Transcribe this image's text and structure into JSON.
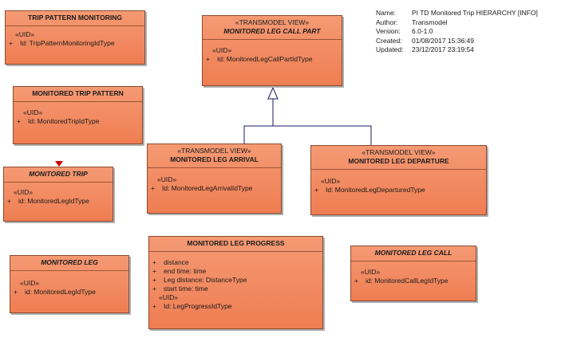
{
  "info": {
    "rows": [
      {
        "key": "Name:",
        "value": "PI TD Monitored Trip HIERARCHY [INFO]"
      },
      {
        "key": "Author:",
        "value": "Transmodel"
      },
      {
        "key": "Version:",
        "value": "6.0-1.0"
      },
      {
        "key": "Created:",
        "value": "01/08/2017 15:36:49"
      },
      {
        "key": "Updated:",
        "value": "23/12/2017 23:19:54"
      }
    ]
  },
  "classes": {
    "trip_pattern_monitoring": {
      "name": "TRIP PATTERN MONITORING",
      "section": "«UID»",
      "attrs": [
        {
          "vis": "+",
          "text": "Id: TripPatternMonitoringIdType"
        }
      ]
    },
    "monitored_trip_pattern": {
      "name": "MONITORED TRIP PATTERN",
      "section": "«UID»",
      "attrs": [
        {
          "vis": "+",
          "text": "Id: MonitoredTripIdType"
        }
      ]
    },
    "monitored_trip": {
      "name": "MONITORED TRIP",
      "section": "«UID»",
      "attrs": [
        {
          "vis": "+",
          "text": "id: MonitoredLegIdType"
        }
      ]
    },
    "monitored_leg": {
      "name": "MONITORED LEG",
      "section": "«UID»",
      "attrs": [
        {
          "vis": "+",
          "text": "id: MonitoredLegIdType"
        }
      ]
    },
    "monitored_leg_call_part": {
      "stereotype": "«TRANSMODEL VIEW»",
      "name": "MONITORED LEG CALL PART",
      "section": "«UID»",
      "attrs": [
        {
          "vis": "+",
          "text": "Id: MonitoredLegCallPartIdType"
        }
      ]
    },
    "monitored_leg_arrival": {
      "stereotype": "«TRANSMODEL VIEW»",
      "name": "MONITORED LEG ARRIVAL",
      "section": "«UID»",
      "attrs": [
        {
          "vis": "+",
          "text": "Id: MonitoredLegArrivalIdType"
        }
      ]
    },
    "monitored_leg_departure": {
      "stereotype": "«TRANSMODEL VIEW»",
      "name": "MONITORED LEG DEPARTURE",
      "section": "«UID»",
      "attrs": [
        {
          "vis": "+",
          "text": "Id: MonitoredLegDeparturedType"
        }
      ]
    },
    "monitored_leg_progress": {
      "name": "MONITORED LEG PROGRESS",
      "attrs": [
        {
          "vis": "+",
          "text": "distance"
        },
        {
          "vis": "+",
          "text": "end time: time"
        },
        {
          "vis": "+",
          "text": "Leg distance: DistanceType"
        },
        {
          "vis": "+",
          "text": "start time: time"
        }
      ],
      "section": "«UID»",
      "uid_attrs": [
        {
          "vis": "+",
          "text": "Id: LegProgressIdType"
        }
      ]
    },
    "monitored_leg_call": {
      "name": "MONITORED LEG CALL",
      "section": "«UID»",
      "attrs": [
        {
          "vis": "+",
          "text": "id: MonitoredCallLegIdType"
        }
      ]
    }
  },
  "colors": {
    "class_fill": "#ef7d52",
    "class_border": "#8a4a30",
    "connector": "#1a1a60",
    "marker": "#cc0000"
  }
}
